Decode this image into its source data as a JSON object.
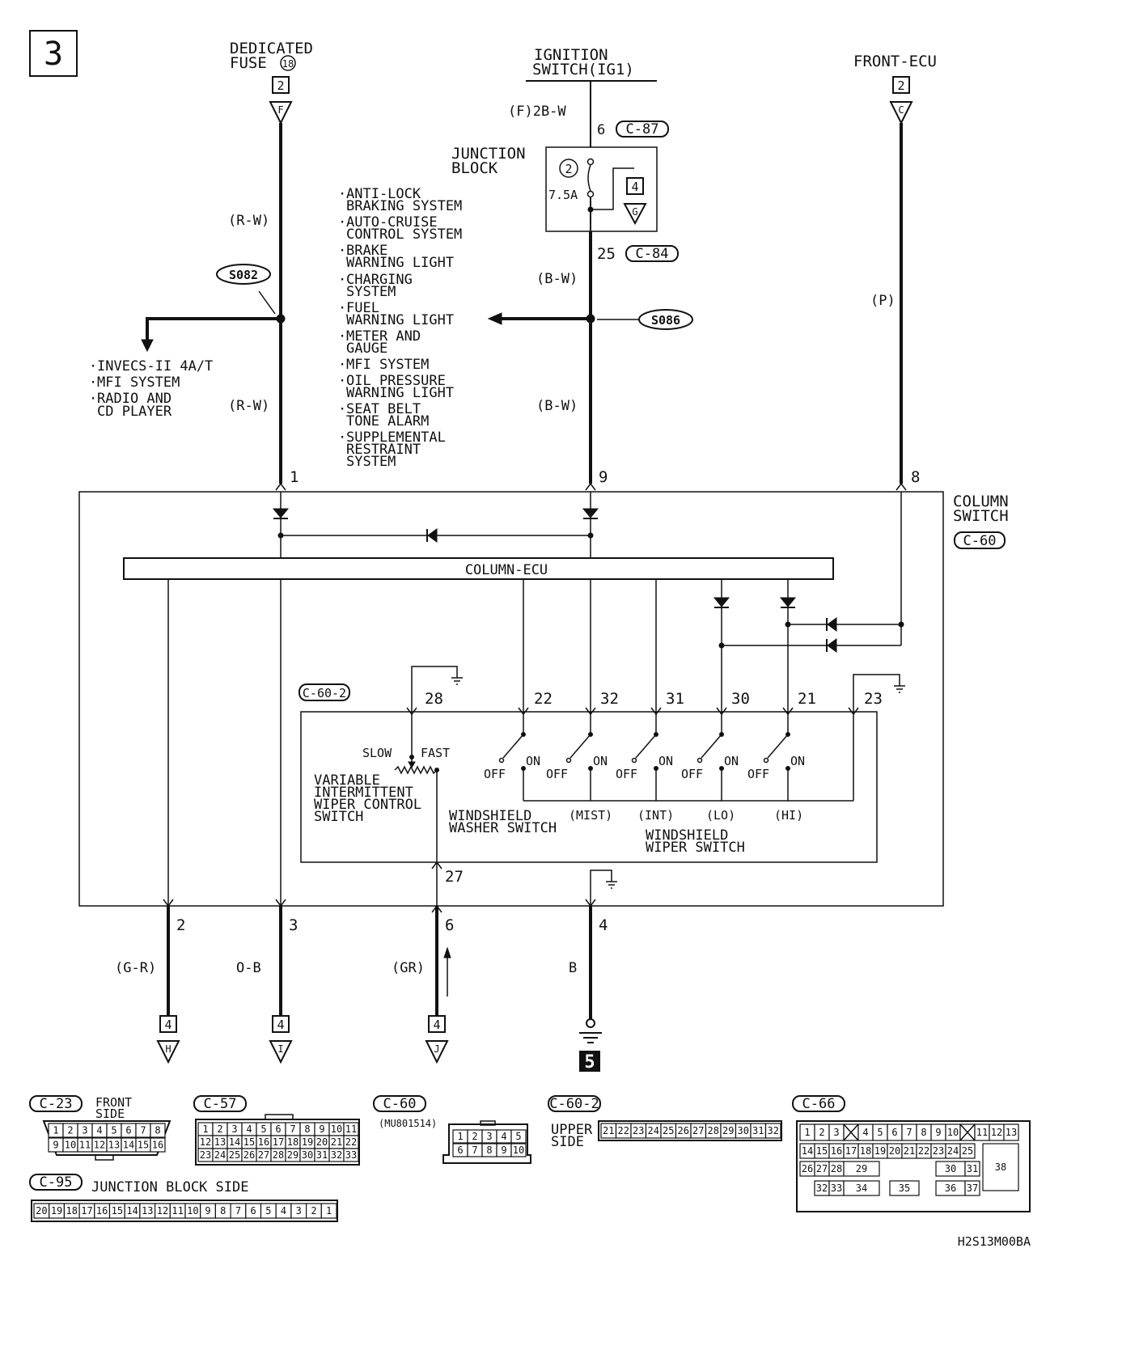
{
  "sheet_number": "3",
  "figure_id": "H2S13M00BA",
  "sources": {
    "dedicated_fuse": {
      "line1": "DEDICATED",
      "line2": "FUSE",
      "fuse_no": "18",
      "ref_box": "2",
      "ref_arrow": "F"
    },
    "ignition": {
      "line1": "IGNITION",
      "line2": "SWITCH(IG1)"
    },
    "front_ecu": {
      "label": "FRONT-ECU",
      "ref_box": "2",
      "ref_arrow": "C"
    }
  },
  "wires": {
    "fuse_upper": "(R-W)",
    "fuse_lower": "(R-W)",
    "ign_top": "(F)2B-W",
    "ign_mid": "(B-W)",
    "ign_lower": "(B-W)",
    "front_ecu": "(P)",
    "out_2": "(G-R)",
    "out_3": "O-B",
    "out_6": "(GR)",
    "out_4": "B"
  },
  "junction_block": {
    "line1": "JUNCTION",
    "line2": "BLOCK",
    "fuse_no": "2",
    "fuse_rating": "7.5A",
    "in_pin": "6",
    "in_conn": "C-87",
    "out_pin": "25",
    "out_conn": "C-84",
    "ref_box": "4",
    "ref_arrow": "G"
  },
  "splices": {
    "left": "S082",
    "right": "S086"
  },
  "left_branch_list": [
    "INVECS-II 4A/T",
    "MFI SYSTEM",
    "RADIO AND",
    "CD PLAYER"
  ],
  "right_branch_list": [
    "ANTI-LOCK",
    "BRAKING SYSTEM",
    "AUTO-CRUISE",
    "CONTROL SYSTEM",
    "BRAKE",
    "WARNING LIGHT",
    "CHARGING",
    "SYSTEM",
    "FUEL",
    "WARNING LIGHT",
    "METER AND",
    "GAUGE",
    "MFI SYSTEM",
    "OIL PRESSURE",
    "WARNING LIGHT",
    "SEAT BELT",
    "TONE ALARM",
    "SUPPLEMENTAL",
    "RESTRAINT",
    "SYSTEM"
  ],
  "column_switch": {
    "line1": "COLUMN",
    "line2": "SWITCH",
    "conn": "C-60",
    "ecu_label": "COLUMN-ECU",
    "input_pins": [
      "1",
      "9",
      "8"
    ],
    "sub_conn": "C-60-2",
    "sub_pins": [
      "28",
      "22",
      "32",
      "31",
      "30",
      "21",
      "23"
    ],
    "pin_27": "27",
    "slow": "SLOW",
    "fast": "FAST",
    "vi_lines": [
      "VARIABLE",
      "INTERMITTENT",
      "WIPER CONTROL",
      "SWITCH"
    ],
    "on": "ON",
    "off": "OFF",
    "modes": [
      "(MIST)",
      "(INT)",
      "(LO)",
      "(HI)"
    ],
    "washer_lines": [
      "WINDSHIELD",
      "WASHER SWITCH"
    ],
    "wiper_lines": [
      "WINDSHIELD",
      "WIPER SWITCH"
    ]
  },
  "outputs": [
    {
      "pin": "2",
      "ref_box": "4",
      "ref_arrow": "H"
    },
    {
      "pin": "3",
      "ref_box": "4",
      "ref_arrow": "I"
    },
    {
      "pin": "6",
      "ref_box": "4",
      "ref_arrow": "J"
    },
    {
      "pin": "4",
      "ground_no": "5"
    }
  ],
  "connector_views": {
    "c23": {
      "name": "C-23",
      "side_line1": "FRONT",
      "side_line2": "SIDE",
      "row1": [
        "1",
        "2",
        "3",
        "4",
        "5",
        "6",
        "7",
        "8"
      ],
      "row2": [
        "9",
        "10",
        "11",
        "12",
        "13",
        "14",
        "15",
        "16"
      ]
    },
    "c57": {
      "name": "C-57",
      "row1": [
        "1",
        "2",
        "3",
        "4",
        "5",
        "6",
        "7",
        "8",
        "9",
        "10",
        "11"
      ],
      "row2": [
        "12",
        "13",
        "14",
        "15",
        "16",
        "17",
        "18",
        "19",
        "20",
        "21",
        "22"
      ],
      "row3": [
        "23",
        "24",
        "25",
        "26",
        "27",
        "28",
        "29",
        "30",
        "31",
        "32",
        "33"
      ]
    },
    "c60": {
      "name": "C-60",
      "part_no": "(MU801514)",
      "row1": [
        "1",
        "2",
        "3",
        "4",
        "5"
      ],
      "row2": [
        "6",
        "7",
        "8",
        "9",
        "10"
      ]
    },
    "c602": {
      "name": "C-60-2",
      "side_line1": "UPPER",
      "side_line2": "SIDE",
      "row1": [
        "21",
        "22",
        "23",
        "24",
        "25",
        "26",
        "27",
        "28",
        "29",
        "30",
        "31",
        "32"
      ]
    },
    "c66": {
      "name": "C-66",
      "row1": [
        "1",
        "2",
        "3",
        "",
        "4",
        "5",
        "6",
        "7",
        "8",
        "9",
        "10",
        "",
        "11",
        "12",
        "13"
      ],
      "row2": [
        "14",
        "15",
        "16",
        "17",
        "18",
        "19",
        "20",
        "21",
        "22",
        "23",
        "24",
        "25"
      ],
      "row3": [
        "26",
        "27",
        "28",
        "29",
        "30",
        "31"
      ],
      "row4": [
        "32",
        "33",
        "34",
        "35",
        "36",
        "37"
      ],
      "big": "38"
    },
    "c95": {
      "name": "C-95",
      "label": "JUNCTION BLOCK SIDE",
      "row1": [
        "20",
        "19",
        "18",
        "17",
        "16",
        "15",
        "14",
        "13",
        "12",
        "11",
        "10",
        "9",
        "8",
        "7",
        "6",
        "5",
        "4",
        "3",
        "2",
        "1"
      ]
    }
  }
}
